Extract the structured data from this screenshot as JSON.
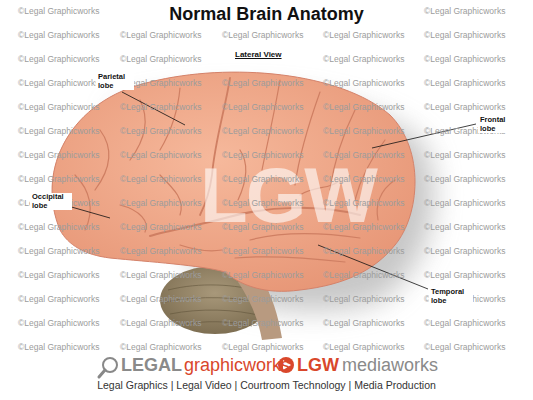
{
  "diagram": {
    "title": "Normal Brain Anatomy",
    "labels": [
      "Lateral View",
      "Parietal lobe",
      "Frontal lobe",
      "Occipital lobe",
      "Temporal lobe",
      "LGW",
      "LEGAL",
      "graphicworks",
      "LGW",
      "mediaworks",
      "Legal Graphics | Legal Video | Courtroom Technology | Media Production",
      "©Legal Graphicworks",
      "©Legal Graphicworks",
      "©Legal Graphicworks",
      "©Legal Graphicworks",
      "©Legal Graphicworks",
      "©Legal Graphicworks",
      "©Legal Graphicworks",
      "©Legal Graphicworks",
      "©Legal Graphicworks",
      "©Legal Graphicworks",
      "©Legal Graphicworks",
      "©Legal Graphicworks",
      "©Legal Graphicworks",
      "©Legal Graphicworks",
      "©Legal Graphicworks",
      "©Legal Graphicworks",
      "©Legal Graphicworks",
      "©Legal Graphicworks",
      "©Legal Graphicworks",
      "©Legal Graphicworks",
      "©Legal Graphicworks",
      "©Legal Graphicworks",
      "©Legal Graphicworks",
      "©Legal Graphicworks",
      "©Legal Graphicworks",
      "©Legal Graphicworks",
      "©Legal Graphicworks",
      "©Legal Graphicworks",
      "©Legal Graphicworks",
      "©Legal Graphicworks",
      "©Legal Graphicworks",
      "©Legal Graphicworks",
      "©Legal Graphicworks",
      "©Legal Graphicworks",
      "©Legal Graphicworks",
      "©Legal Graphicworks",
      "©Legal Graphicworks",
      "©Legal Graphicworks",
      "©Legal Graphicworks",
      "©Legal Graphicworks",
      "©Legal Graphicworks",
      "©Legal Graphicworks",
      "©Legal Graphicworks",
      "©Legal Graphicworks",
      "©Legal Graphicworks",
      "©Legal Graphicworks",
      "©Legal Graphicworks",
      "©Legal Graphicworks",
      "©Legal Graphicworks",
      "©Legal Graphicworks",
      "©Legal Graphicworks",
      "©Legal Graphicworks",
      "©Legal Graphicworks",
      "©Legal Graphicworks",
      "©Legal Graphicworks",
      "©Legal Graphicworks",
      "©Legal Graphicworks",
      "©Legal Graphicworks",
      "©Legal Graphicworks",
      "©Legal Graphicworks",
      "©Legal Graphicworks",
      "©Legal Graphicworks",
      "©Legal Graphicworks",
      "©Legal Graphicworks",
      "©Legal Graphicworks",
      "©Legal Graphicworks",
      "©Legal Graphicworks",
      "©Legal Graphicworks",
      "©Legal Graphicworks",
      "©Legal Graphicworks",
      "©Legal Graphicworks"
    ]
  }
}
